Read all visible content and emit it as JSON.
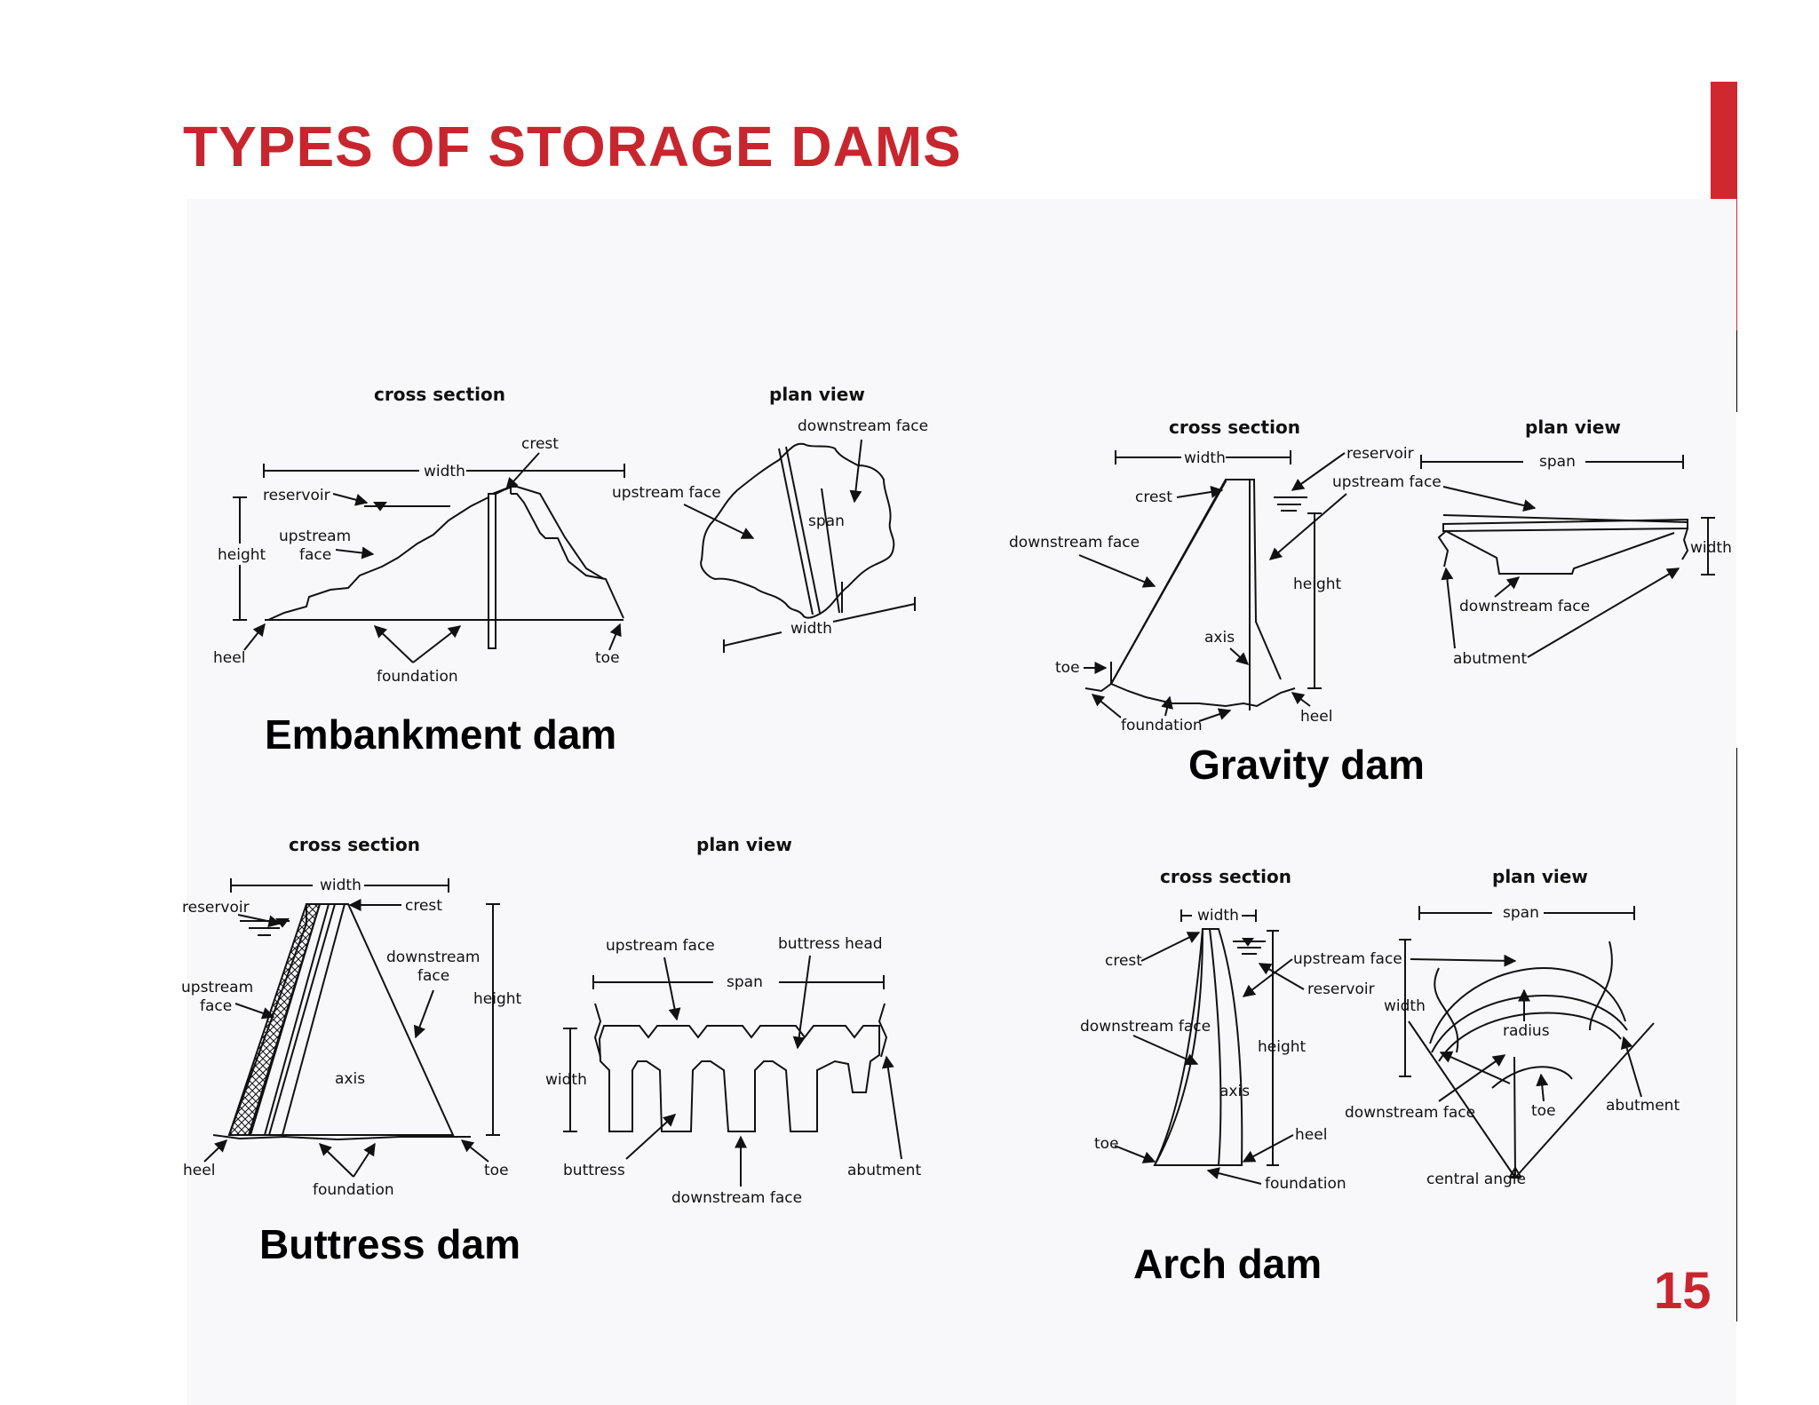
{
  "slide": {
    "title": "TYPES OF STORAGE DAMS",
    "page_number": "15"
  },
  "colors": {
    "accent_red": "#c8262e",
    "bar_black": "#000000"
  },
  "embankment": {
    "caption": "Embankment dam",
    "cross_section_header": "cross section",
    "plan_view_header": "plan view",
    "labels": {
      "crest": "crest",
      "width": "width",
      "reservoir": "reservoir",
      "upstream_face": "upstream\nface",
      "height": "height",
      "heel": "heel",
      "foundation": "foundation",
      "toe": "toe",
      "plan_downstream_face": "downstream face",
      "plan_upstream_face": "upstream face",
      "plan_span": "span",
      "plan_width": "width"
    }
  },
  "gravity": {
    "caption": "Gravity dam",
    "cross_section_header": "cross section",
    "plan_view_header": "plan view",
    "labels": {
      "width": "width",
      "reservoir": "reservoir",
      "upstream_face": "upstream face",
      "crest": "crest",
      "downstream_face": "downstream face",
      "height": "height",
      "axis": "axis",
      "toe": "toe",
      "foundation": "foundation",
      "heel": "heel",
      "plan_span": "span",
      "plan_width": "width",
      "plan_downstream_face": "downstream face",
      "plan_abutment": "abutment"
    }
  },
  "buttress": {
    "caption": "Buttress dam",
    "cross_section_header": "cross section",
    "plan_view_header": "plan view",
    "labels": {
      "width": "width",
      "reservoir": "reservoir",
      "crest": "crest",
      "downstream_face": "downstream\nface",
      "upstream_face": "upstream\nface",
      "height": "height",
      "axis": "axis",
      "heel": "heel",
      "toe": "toe",
      "foundation": "foundation",
      "plan_upstream_face": "upstream face",
      "plan_buttress_head": "buttress head",
      "plan_span": "span",
      "plan_width": "width",
      "plan_buttress": "buttress",
      "plan_abutment": "abutment",
      "plan_downstream_face": "downstream face"
    }
  },
  "arch": {
    "caption": "Arch dam",
    "cross_section_header": "cross section",
    "plan_view_header": "plan view",
    "labels": {
      "width": "width",
      "crest": "crest",
      "upstream_face": "upstream face",
      "reservoir": "reservoir",
      "downstream_face": "downstream face",
      "height": "height",
      "axis": "axis",
      "heel": "heel",
      "toe": "toe",
      "foundation": "foundation",
      "plan_span": "span",
      "plan_width": "width",
      "plan_radius": "radius",
      "plan_downstream_face": "downstream face",
      "plan_toe": "toe",
      "plan_abutment": "abutment",
      "plan_central_angle": "central angle"
    }
  }
}
